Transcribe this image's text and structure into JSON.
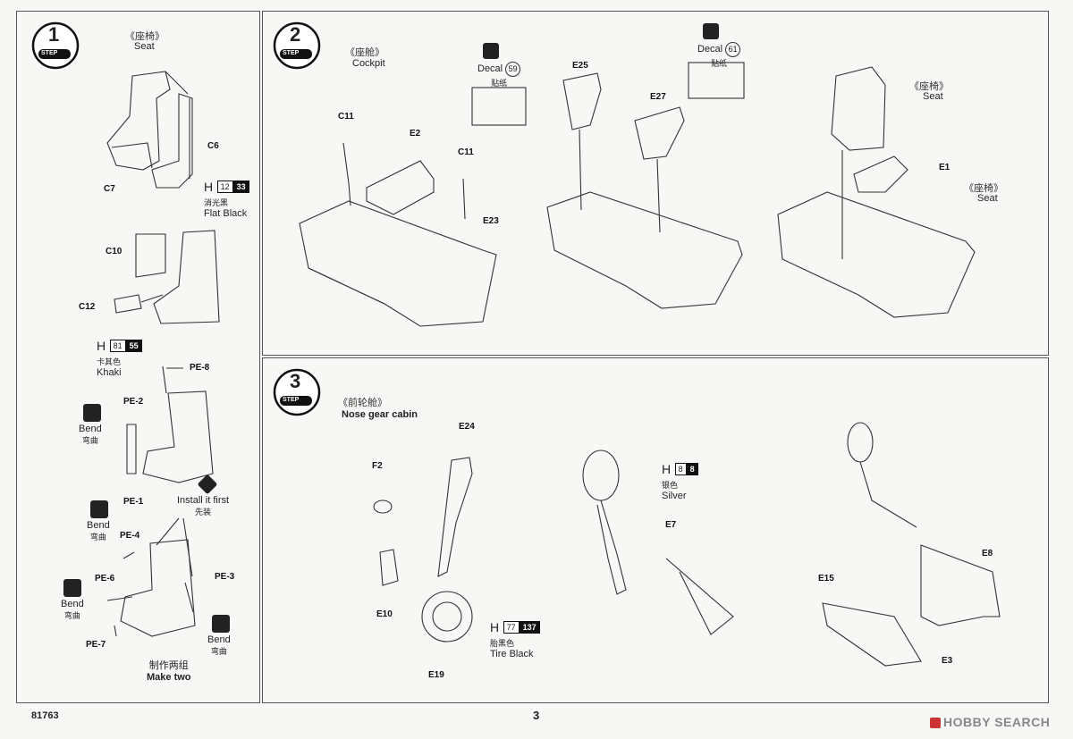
{
  "footer": {
    "kit_number": "81763",
    "page_number": "3",
    "watermark": "HOBBY SEARCH"
  },
  "step1": {
    "badge_number": "1",
    "badge_label": "STEP",
    "title_cn": "《座椅》",
    "title_en": "Seat",
    "parts": {
      "c6": "C6",
      "c7": "C7",
      "c10": "C10",
      "c12": "C12",
      "pe8": "PE-8",
      "pe2": "PE-2",
      "pe1": "PE-1",
      "pe4": "PE-4",
      "pe6": "PE-6",
      "pe3": "PE-3",
      "pe7": "PE-7"
    },
    "paint1": {
      "letter": "H",
      "code1": "12",
      "code2": "33",
      "cn": "消光黑",
      "en": "Flat Black"
    },
    "paint2": {
      "letter": "H",
      "code1": "81",
      "code2": "55",
      "cn": "卡其色",
      "en": "Khaki"
    },
    "bend_en": "Bend",
    "bend_cn": "弯曲",
    "install_en": "Install it first",
    "install_cn": "先装",
    "make_two_cn": "制作两组",
    "make_two_en": "Make two"
  },
  "step2": {
    "badge_number": "2",
    "badge_label": "STEP",
    "title_cn": "《座舱》",
    "title_en": "Cockpit",
    "parts": {
      "c11a": "C11",
      "e2": "E2",
      "c11b": "C11",
      "e23": "E23",
      "e25": "E25",
      "e27": "E27",
      "e1": "E1"
    },
    "decal1": {
      "label": "Decal",
      "number": "59",
      "cn": "贴纸"
    },
    "decal2": {
      "label": "Decal",
      "number": "61",
      "cn": "贴纸"
    },
    "seat_cn_1": "《座椅》",
    "seat_en_1": "Seat",
    "seat_cn_2": "《座椅》",
    "seat_en_2": "Seat"
  },
  "step3": {
    "badge_number": "3",
    "badge_label": "STEP",
    "title_cn": "《前轮舱》",
    "title_en": "Nose gear cabin",
    "parts": {
      "e24": "E24",
      "f2": "F2",
      "e10": "E10",
      "e19": "E19",
      "e7": "E7",
      "e15": "E15",
      "e8": "E8",
      "e3": "E3"
    },
    "paint_tire": {
      "letter": "H",
      "code1": "77",
      "code2": "137",
      "cn": "胎黑色",
      "en": "Tire Black"
    },
    "paint_silver": {
      "letter": "H",
      "code1": "8",
      "code2": "8",
      "cn": "银色",
      "en": "Silver"
    }
  }
}
